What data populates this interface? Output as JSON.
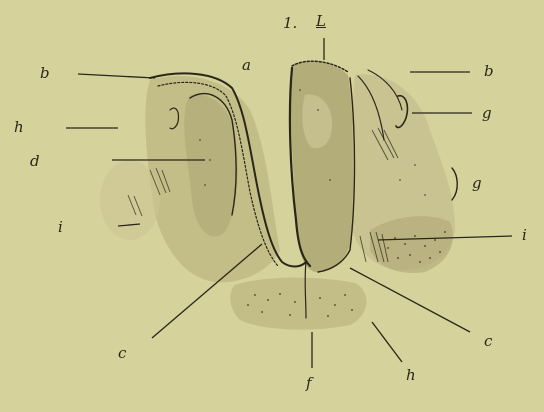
{
  "figure": {
    "number": "1.",
    "labels": {
      "L": "L",
      "a": "a",
      "b_left": "b",
      "b_right": "b",
      "h_left": "h",
      "h_bottom": "h",
      "d": "d",
      "g_upper": "g",
      "g_lower": "g",
      "i_left": "i",
      "i_right": "i",
      "c_left": "c",
      "c_right": "c",
      "f": "f"
    }
  },
  "colors": {
    "paper": "#d6d29c",
    "ink": "#2a2618",
    "tissue_dark": "#b3ad7a",
    "tissue_light": "#c8c391",
    "highlight": "#e4e0b2"
  }
}
